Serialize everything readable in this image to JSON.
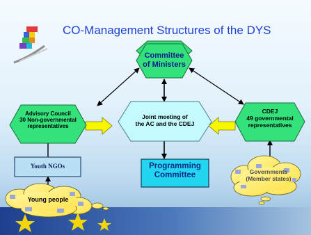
{
  "slide": {
    "title": "CO-Management Structures of the DYS"
  },
  "nodes": {
    "committee": {
      "label": "Committee\nof Ministers"
    },
    "advisory": {
      "label": "Advisory Council\n30 Non-governmental\nrepresentatives"
    },
    "joint": {
      "label": "Joint meeting of\nthe AC and the CDEJ"
    },
    "cdej": {
      "label": "CDEJ\n49 governmental\nrepresentatives"
    },
    "youth_ngos": {
      "label": "Youth NGOs"
    },
    "programming": {
      "label": "Programming\nCommittee"
    },
    "governments": {
      "label": "Governments\n(Member states)"
    },
    "young_people": {
      "label": "Young people"
    }
  },
  "colors": {
    "hexagon_fill": "#33e27a",
    "joint_fill": "#c4fbff",
    "programming_fill": "#22d6f0",
    "youth_ngos_fill": "#b9dff5",
    "cloud_fill": "#fff27a",
    "title_color": "#1f3fd6",
    "block_arrow": "#f7f700"
  }
}
